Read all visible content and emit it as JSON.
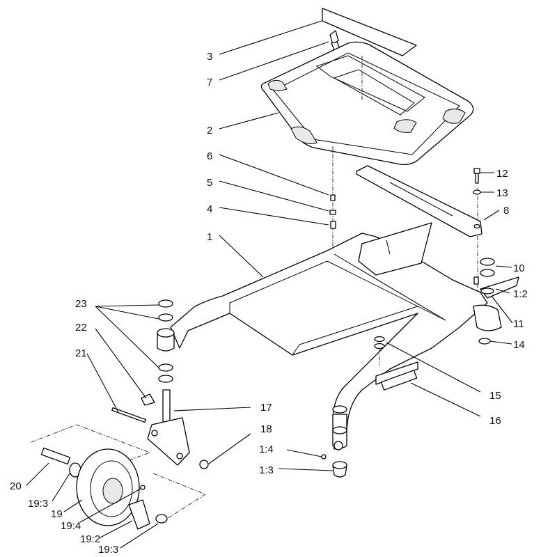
{
  "callouts": {
    "c3": "3",
    "c7": "7",
    "c2": "2",
    "c6": "6",
    "c5": "5",
    "c4": "4",
    "c1": "1",
    "c12": "12",
    "c13": "13",
    "c8": "8",
    "c10": "10",
    "c1_2": "1:2",
    "c11": "11",
    "c14": "14",
    "c23": "23",
    "c22": "22",
    "c21": "21",
    "c17": "17",
    "c18": "18",
    "c15": "15",
    "c16": "16",
    "c1_4": "1:4",
    "c1_3": "1:3",
    "c20": "20",
    "c19_3a": "19:3",
    "c19": "19",
    "c19_4": "19:4",
    "c19_2": "19:2",
    "c19_3b": "19:3"
  }
}
